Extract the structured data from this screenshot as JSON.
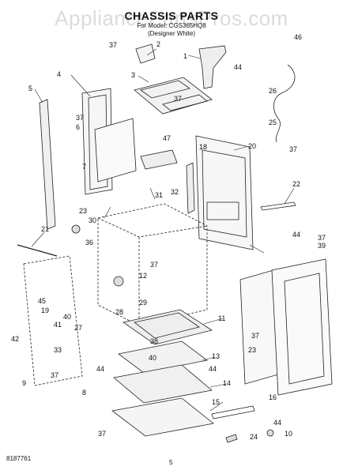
{
  "watermark": "AppliancePartsPros.com",
  "header": {
    "title": "CHASSIS PARTS",
    "model": "For Model: CGS365HQ8",
    "variant": "(Designer White)"
  },
  "footer": {
    "doc_number": "8187761",
    "page_number": "5"
  },
  "callouts": {
    "c1": "1",
    "c2": "2",
    "c3": "3",
    "c4": "4",
    "c5": "5",
    "c6": "6",
    "c7": "7",
    "c8": "8",
    "c9": "9",
    "c10": "10",
    "c11": "11",
    "c12": "12",
    "c13": "13",
    "c14": "14",
    "c15": "15",
    "c16": "16",
    "c18": "18",
    "c19": "19",
    "c20": "20",
    "c21": "21",
    "c22": "22",
    "c23": "23",
    "c24": "24",
    "c25": "25",
    "c26": "26",
    "c27": "27",
    "c28": "28",
    "c29": "29",
    "c30": "30",
    "c31": "31",
    "c32": "32",
    "c33": "33",
    "c36": "36",
    "c37": "37",
    "c38": "38",
    "c39": "39",
    "c40": "40",
    "c41": "41",
    "c42": "42",
    "c44": "44",
    "c45": "45",
    "c46": "46",
    "c47": "47"
  }
}
